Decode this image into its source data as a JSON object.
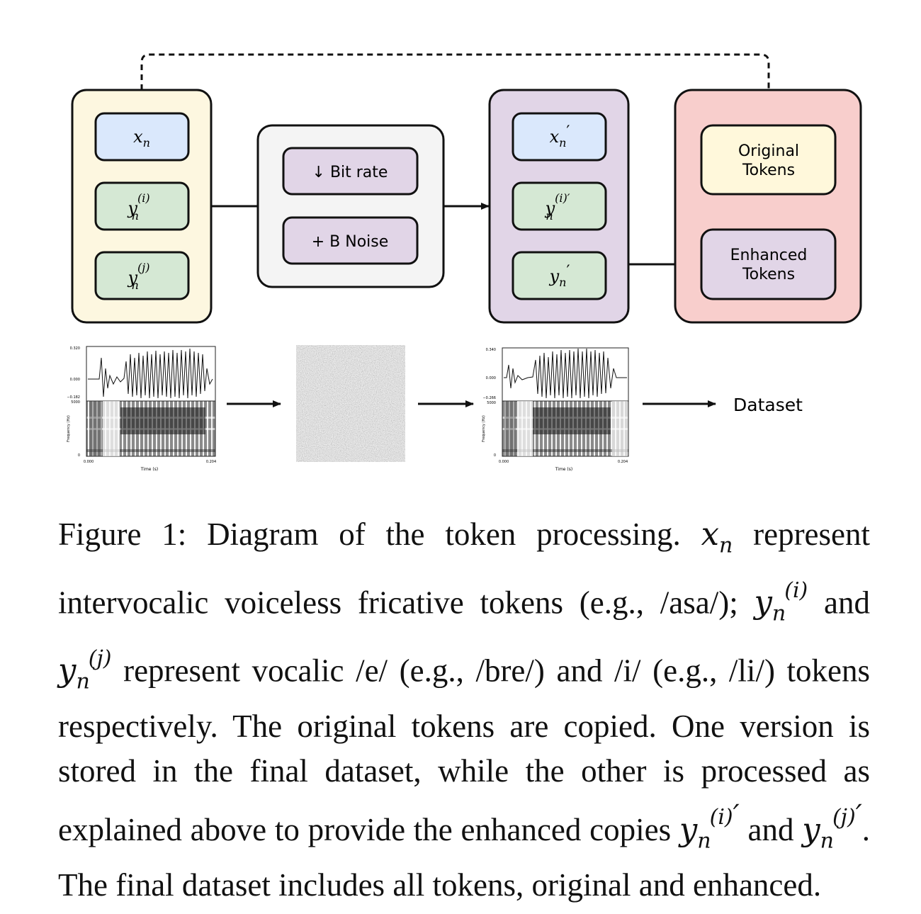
{
  "diagram": {
    "input_tokens": {
      "x": "x",
      "x_sub": "n",
      "yi": "y",
      "yi_sub": "n",
      "yi_sup": "(i)",
      "yj": "y",
      "yj_sub": "n",
      "yj_sup": "(j)"
    },
    "processing": {
      "bitrate_label": "↓ Bit rate",
      "noise_label": "+ B Noise"
    },
    "output_tokens": {
      "x": "x",
      "x_sub": "n",
      "x_prime": "′",
      "yi": "y",
      "yi_sub": "n",
      "yi_sup": "(i)′",
      "y": "y",
      "y_sub": "n",
      "y_prime": "′"
    },
    "final": {
      "original_line1": "Original",
      "original_line2": "Tokens",
      "enhanced_line1": "Enhanced",
      "enhanced_line2": "Tokens"
    },
    "plot_left": {
      "y_top": "0.320",
      "y_mid": "0.000",
      "y_bot": "−0.182",
      "f_top": "5000",
      "f_bot": "0",
      "ylabel": "Frequency (Hz)",
      "xlabel": "Time (s)",
      "x_start": "0.000",
      "x_end": "0.204"
    },
    "plot_right": {
      "y_top": "0.340",
      "y_mid": "0.000",
      "y_bot": "−0.266",
      "f_top": "5000",
      "f_bot": "0",
      "ylabel": "Frequency (Hz)",
      "xlabel": "Time (s)",
      "x_start": "0.000",
      "x_end": "0.204"
    },
    "dataset_label": "Dataset"
  },
  "caption": {
    "p1": "Figure 1: Diagram of the token processing.",
    "x": "x",
    "x_sub": "n",
    "p2": "represent intervocalic voiceless fricative tokens (e.g., /asa/);",
    "y": "y",
    "y_sub": "n",
    "yi_sup": "(i)",
    "p3": "and",
    "yj_sup": "(j)",
    "p4": "represent vocalic /e/ (e.g., /bre/) and /i/ (e.g., /li/) tokens respectively. The original tokens are copied. One version is stored in the final dataset, while the other is processed as explained above to provide the enhanced copies",
    "prime": "′",
    "p5": "and",
    "p6": ". The final dataset includes all tokens, original and enhanced."
  },
  "colors": {
    "input_panel": "#fdf7e0",
    "blue_token": "#dae8fc",
    "green_token": "#d5e8d4",
    "processing_panel": "#f4f4f4",
    "purple_box": "#e1d5e7",
    "final_panel": "#f8cecc",
    "original_box": "#fff8db"
  }
}
